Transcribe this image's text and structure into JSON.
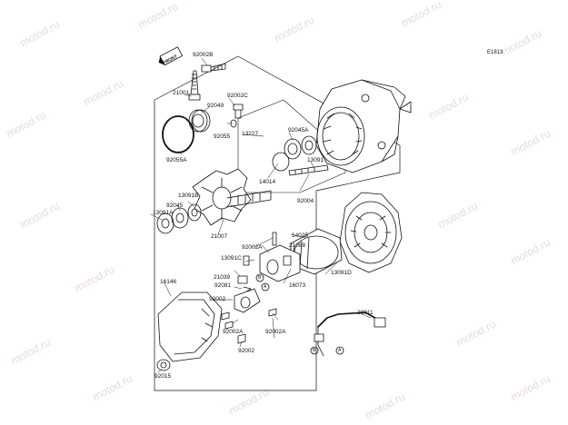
{
  "diagram": {
    "ref_code": "E1813",
    "front_mark": "FRONT",
    "watermark_text": "motod.ru",
    "callout_letters": [
      "A",
      "B"
    ],
    "part_numbers": {
      "p92002b": "92002B",
      "p21001": "21001",
      "p92049": "92049",
      "p92002c": "92002C",
      "p92055": "92055",
      "p13227": "13227",
      "p92055a": "92055A",
      "p92045a": "92045A",
      "p13091": "13091",
      "p14014": "14014",
      "p92004": "92004",
      "p13091b": "13091B",
      "p92045": "92045",
      "p13091a": "13091A",
      "p21007": "21007",
      "p14025": "14025",
      "p92002a_top": "92002A",
      "p21088": "21088",
      "p13091c": "13091C",
      "p13091d": "13091D",
      "p16073": "16073",
      "p21039": "21039",
      "p92081": "92081",
      "p16146": "16146",
      "p92002_mid": "92002",
      "p92002a_low": "92002A",
      "p92002a_right": "92002A",
      "p28011": "28011",
      "p92002_bot": "92002",
      "p92015": "92015"
    }
  }
}
